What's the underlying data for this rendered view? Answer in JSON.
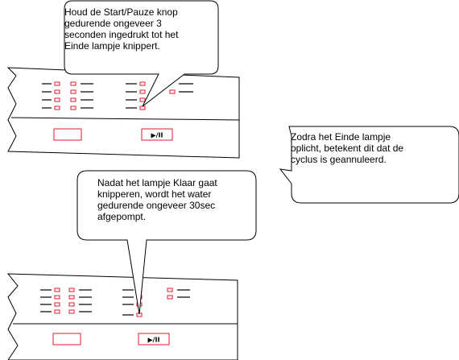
{
  "callouts": [
    {
      "lines": [
        "Houd de Start/Pauze knop",
        "gedurende ongeveer 3",
        "seconden ingedrukt tot het",
        "Einde lampje knippert."
      ]
    },
    {
      "lines": [
        "Zodra het Einde lampje",
        "oplicht, betekent dit dat de",
        "cyclus is geannuleerd."
      ]
    },
    {
      "lines": [
        "Nadat het lampje Klaar gaat",
        "knipperen, wordt het water",
        "gedurende ongeveer 30sec",
        "afgepompt."
      ]
    }
  ],
  "panels": [
    {
      "start_pause_symbol": "▶/II"
    },
    {
      "start_pause_symbol": "▶/II"
    }
  ],
  "icons": {
    "start_pause": "play-pause-icon",
    "indicator": "indicator-light-icon"
  },
  "colors": {
    "outline": "#000000",
    "indicator": "#e0192e",
    "panel_fill": "#ffffff",
    "callout_fill": "#ffffff"
  }
}
